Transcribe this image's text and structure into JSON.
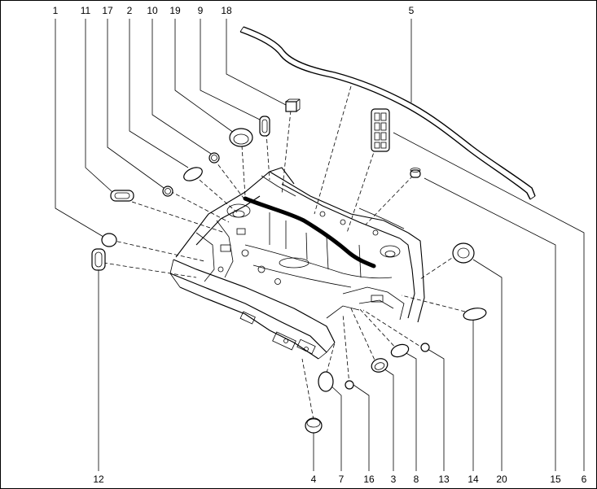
{
  "callouts": {
    "c1": "1",
    "c11": "11",
    "c17": "17",
    "c2": "2",
    "c10": "10",
    "c19": "19",
    "c9": "9",
    "c18": "18",
    "c5": "5",
    "c12": "12",
    "c4": "4",
    "c7": "7",
    "c16": "16",
    "c3": "3",
    "c8": "8",
    "c13": "13",
    "c14": "14",
    "c20": "20",
    "c15": "15",
    "c6": "6"
  }
}
